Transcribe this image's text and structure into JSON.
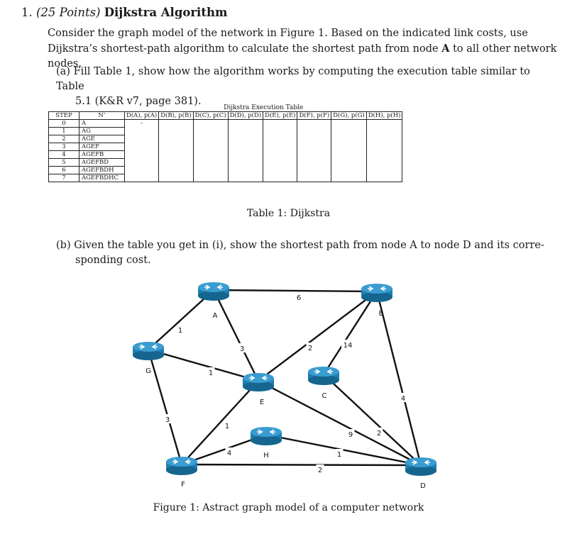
{
  "question": {
    "number": "1.",
    "points": "(25 Points)",
    "title": "Dijkstra Algorithm",
    "intro_1": "Consider the graph model of the network in Figure 1. Based on the indicated link costs, use Dijkstra’s shortest-path algorithm to calculate the shortest path from node ",
    "intro_node": "A",
    "intro_2": " to all other network nodes.",
    "part_a_label": "(a)",
    "part_a_line1": "Fill Table 1, show how the algorithm works by computing the execution table similar to Table",
    "part_a_line2": "5.1 (K&R v7, page 381).",
    "part_b_label": "(b)",
    "part_b_line1": "Given the table you get in (i), show the shortest path from node A to node D and its corre-",
    "part_b_line2": "sponding cost."
  },
  "table": {
    "title": "Dijkstra Execution Table",
    "headers": [
      "STEP",
      "N’",
      "D(A), p(A)",
      "D(B), p(B)",
      "D(C), p(C)",
      "D(D), p(D)",
      "D(E), p(E)",
      "D(F), p(F)",
      "D(G), p(G)",
      "D(H), p(H)"
    ],
    "rows": [
      {
        "step": "0",
        "n": "A",
        "da": "-"
      },
      {
        "step": "1",
        "n": "AG",
        "da": ""
      },
      {
        "step": "2",
        "n": "AGE",
        "da": ""
      },
      {
        "step": "3",
        "n": "AGEF",
        "da": ""
      },
      {
        "step": "4",
        "n": "AGEFB",
        "da": ""
      },
      {
        "step": "5",
        "n": "AGEFBD",
        "da": ""
      },
      {
        "step": "6",
        "n": "AGEFBDH",
        "da": ""
      },
      {
        "step": "7",
        "n": "AGEFBDHC",
        "da": ""
      }
    ],
    "caption": "Table 1: Dijkstra"
  },
  "figure": {
    "caption": "Figure 1: Astract graph model of a computer network",
    "router_color": "#1e7fb0",
    "nodes": [
      {
        "id": "A",
        "label": "A"
      },
      {
        "id": "B",
        "label": "B"
      },
      {
        "id": "C",
        "label": "C"
      },
      {
        "id": "D",
        "label": "D"
      },
      {
        "id": "E",
        "label": "E"
      },
      {
        "id": "F",
        "label": "F"
      },
      {
        "id": "G",
        "label": "G"
      },
      {
        "id": "H",
        "label": "H"
      }
    ],
    "edges": [
      {
        "from": "A",
        "to": "B",
        "cost": "6"
      },
      {
        "from": "A",
        "to": "G",
        "cost": "1"
      },
      {
        "from": "A",
        "to": "E",
        "cost": "3"
      },
      {
        "from": "G",
        "to": "E",
        "cost": "1"
      },
      {
        "from": "G",
        "to": "F",
        "cost": "3"
      },
      {
        "from": "E",
        "to": "B",
        "cost": "2"
      },
      {
        "from": "E",
        "to": "F",
        "cost": "1"
      },
      {
        "from": "C",
        "to": "B",
        "cost": "14"
      },
      {
        "from": "B",
        "to": "D",
        "cost": "4"
      },
      {
        "from": "C",
        "to": "D",
        "cost": "2"
      },
      {
        "from": "E",
        "to": "D",
        "cost": "9"
      },
      {
        "from": "H",
        "to": "D",
        "cost": "1"
      },
      {
        "from": "F",
        "to": "H",
        "cost": "4"
      },
      {
        "from": "F",
        "to": "D",
        "cost": "2"
      }
    ]
  }
}
